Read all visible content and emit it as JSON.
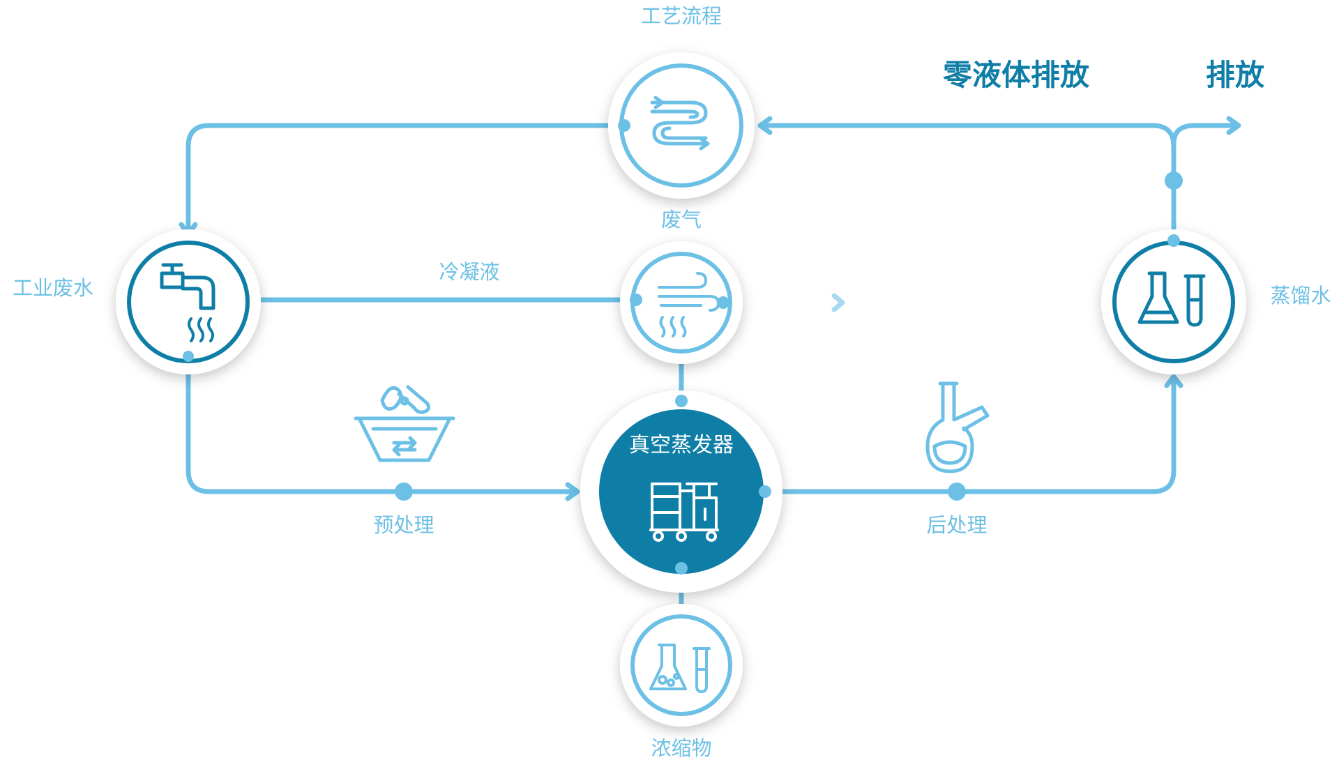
{
  "diagram": {
    "labels": {
      "process_flow": "工艺流程",
      "exhaust_gas": "废气",
      "zero_liquid_discharge": "零液体排放",
      "discharge": "排放",
      "industrial_wastewater": "工业废水",
      "condensate": "冷凝液",
      "distilled_water": "蒸馏水",
      "vacuum_evaporator": "真空蒸发器",
      "pretreatment": "预处理",
      "post_treatment": "后处理",
      "concentrate": "浓缩物"
    },
    "colors": {
      "light_blue": "#6cc0e5",
      "dark_blue": "#0f7ea6",
      "title_blue": "#0f7ea6",
      "white": "#ffffff"
    },
    "icons": {
      "process_flow": "pipe-coil-icon",
      "industrial_wastewater": "faucet-steam-icon",
      "exhaust_gas": "wind-steam-icon",
      "distilled_water": "flask-testtube-icon",
      "vacuum_evaporator": "evaporator-machine-icon",
      "concentrate": "flask-precipitate-icon",
      "pretreatment": "basin-recycle-icon",
      "post_treatment": "round-flask-icon"
    }
  }
}
